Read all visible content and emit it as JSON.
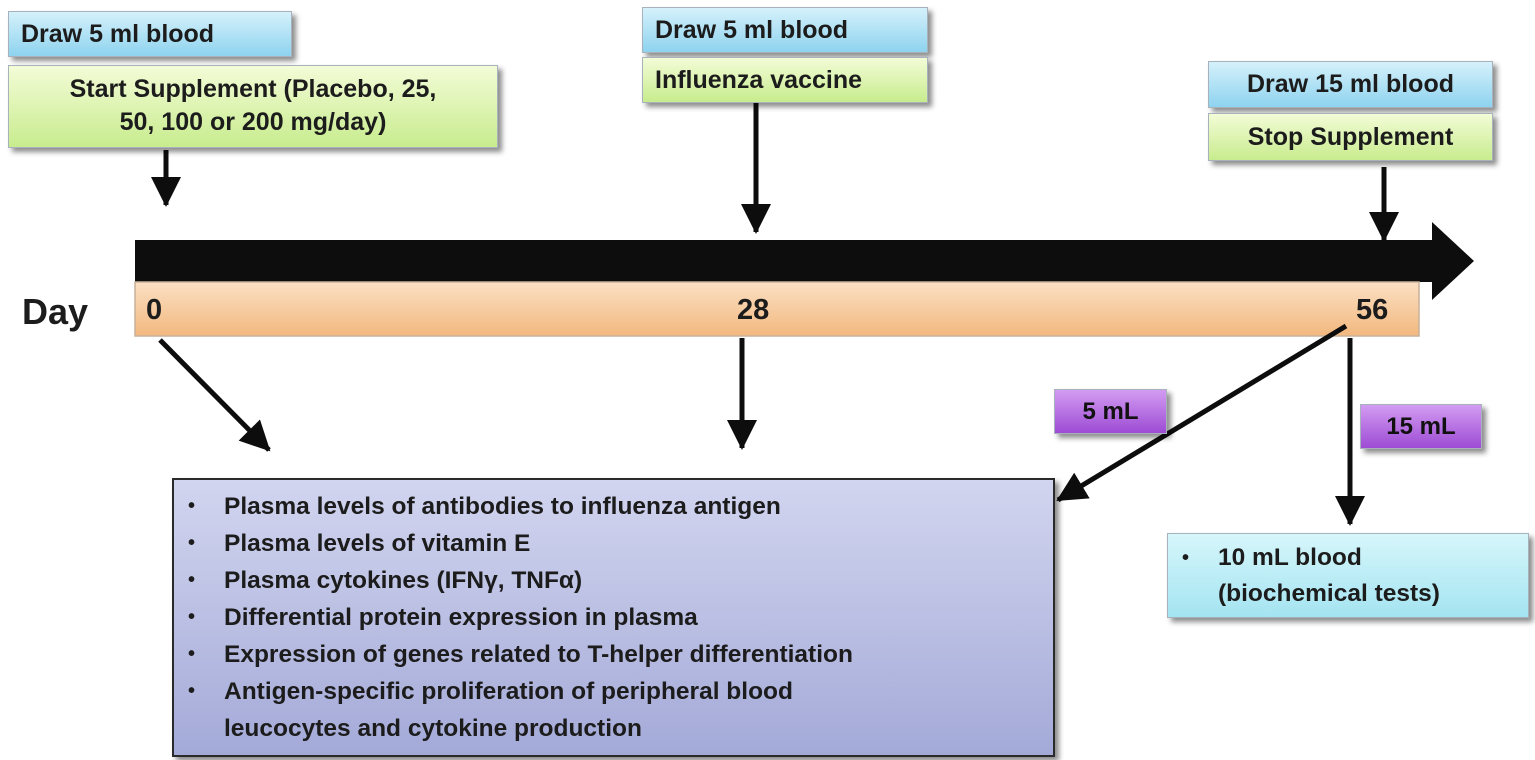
{
  "events": {
    "day0": {
      "draw": "Draw 5 ml blood",
      "start_line1": "Start Supplement (Placebo, 25,",
      "start_line2": "50, 100 or 200 mg/day)"
    },
    "day28": {
      "draw": "Draw 5 ml blood",
      "vaccine": "Influenza vaccine"
    },
    "day56": {
      "draw": "Draw 15 ml blood",
      "stop": "Stop Supplement"
    }
  },
  "timeline": {
    "label": "Day",
    "ticks": [
      "0",
      "28",
      "56"
    ]
  },
  "volumes": {
    "five": "5 mL",
    "fifteen": "15 mL"
  },
  "analyses": {
    "items": [
      "Plasma levels of antibodies to influenza antigen",
      "Plasma levels of vitamin E",
      "Plasma cytokines (IFNγ, TNFα)",
      "Differential protein expression in plasma",
      "Expression of genes related to T-helper differentiation",
      "Antigen-specific proliferation of peripheral blood",
      "leucocytes and cytokine production"
    ]
  },
  "biochem": {
    "line1": "10 mL blood",
    "line2": "(biochemical tests)"
  },
  "colors": {
    "draw_box": "#8ed3ef",
    "supplement_box": "#c8ec8e",
    "timeline_bar": "#f7c89a",
    "arrow": "#0d0d0d",
    "volume_tag": "#9d4bd4",
    "analysis_box": "#a4aad8",
    "biochem_box": "#a4e4f1"
  }
}
